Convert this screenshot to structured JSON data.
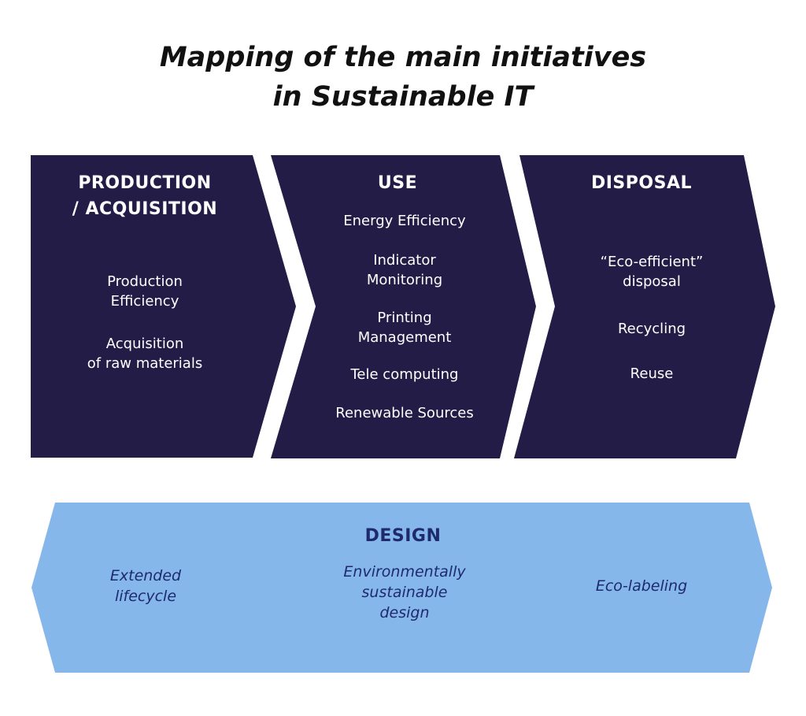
{
  "title": {
    "line1": "Mapping of the main initiatives",
    "line2": "in Sustainable IT"
  },
  "colors": {
    "stage": "#231c46",
    "design": "#85b7ea",
    "design_text": "#1f2a6e",
    "title": "#111111"
  },
  "stages": [
    {
      "heading": [
        "PRODUCTION",
        "/ ACQUISITION"
      ],
      "items": [
        [
          "Production",
          "Efficiency"
        ],
        [
          "Acquisition",
          "of raw materials"
        ]
      ]
    },
    {
      "heading": [
        "USE"
      ],
      "items": [
        [
          "Energy Efficiency"
        ],
        [
          "Indicator",
          "Monitoring"
        ],
        [
          "Printing",
          "Management"
        ],
        [
          "Tele computing"
        ],
        [
          "Renewable Sources"
        ]
      ]
    },
    {
      "heading": [
        "DISPOSAL"
      ],
      "items": [
        [
          "“Eco-efficient”",
          "disposal"
        ],
        [
          "Recycling"
        ],
        [
          "Reuse"
        ]
      ]
    }
  ],
  "design": {
    "heading": "DESIGN",
    "items": [
      [
        "Extended",
        "lifecycle"
      ],
      [
        "Environmentally",
        "sustainable",
        "design"
      ],
      [
        "Eco-labeling"
      ]
    ]
  }
}
